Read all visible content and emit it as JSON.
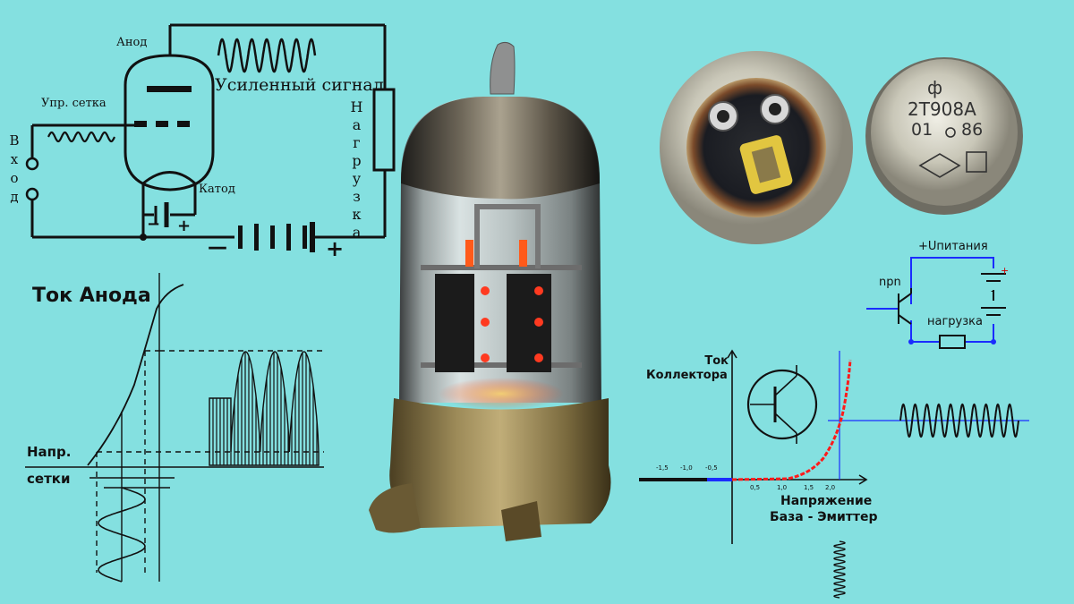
{
  "tube_circuit": {
    "anode": "Анод",
    "grid": "Упр. сетка",
    "amplified_signal": "Усиленный сигнал",
    "load_vertical": "Нагрузка",
    "input_vertical": "Вход",
    "cathode": "Катод",
    "minus": "−",
    "plus": "+",
    "battery_minus": "—",
    "battery_plus": "+"
  },
  "tube_graph": {
    "anode_current": "Ток Анода",
    "grid_voltage_line1": "Напр.",
    "grid_voltage_line2": "сетки"
  },
  "transistor_part": {
    "logo": "ф",
    "marking_line1": "2Т908А",
    "marking_line2_a": "01",
    "marking_line2_b": "86"
  },
  "npn_circuit": {
    "supply": "+Uпитания",
    "type": "npn",
    "load": "нагрузка",
    "plus": "+",
    "minus": "-"
  },
  "transistor_graph": {
    "ylabel_line1": "Ток",
    "ylabel_line2": "Коллектора",
    "xlabel_line1": "Напряжение",
    "xlabel_line2": "База  -  Эмиттер",
    "neg_ticks": [
      "-1,5",
      "-1,0",
      "-0,5"
    ],
    "pos_ticks": [
      "0,5",
      "1,0",
      "1,5",
      "2,0"
    ]
  },
  "colors": {
    "background": "#84e0e0",
    "wire_blue": "#1a2cff",
    "curve_red": "#ff1a1a",
    "glow": "#ff5a1a"
  }
}
